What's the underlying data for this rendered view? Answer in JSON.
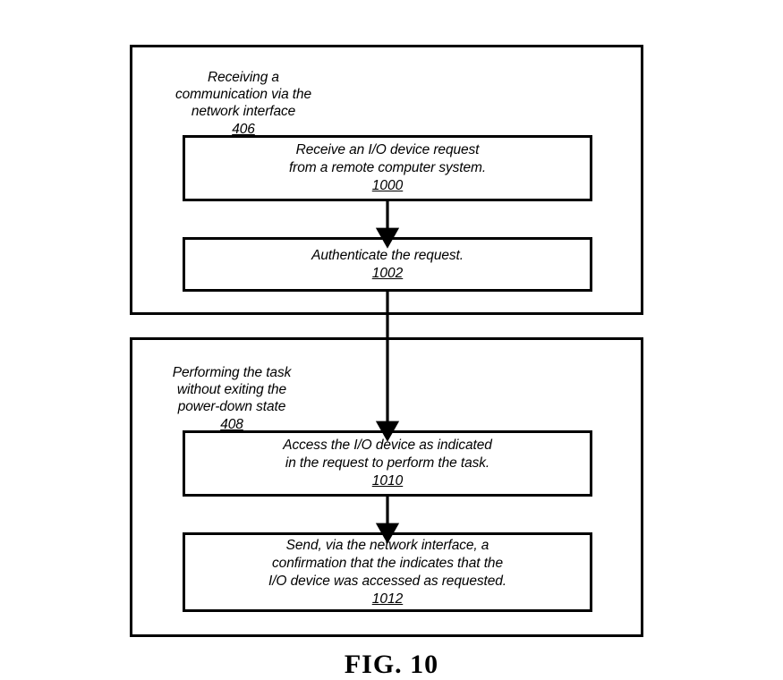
{
  "figure": {
    "caption": "FIG. 10"
  },
  "stages": [
    {
      "id": "406",
      "header": "Receiving a\ncommunication via the\nnetwork interface",
      "ref": "406",
      "steps": [
        {
          "id": "1000",
          "text": "Receive an I/O device request\nfrom a remote computer system.",
          "ref": "1000"
        },
        {
          "id": "1002",
          "text": "Authenticate the request.",
          "ref": "1002"
        }
      ]
    },
    {
      "id": "408",
      "header": "Performing the task\nwithout exiting the\npower-down state",
      "ref": "408",
      "steps": [
        {
          "id": "1010",
          "text": "Access the I/O device as indicated\nin the request to perform the task.",
          "ref": "1010"
        },
        {
          "id": "1012",
          "text": "Send, via the network interface, a\nconfirmation that the indicates that the\nI/O device was accessed as requested.",
          "ref": "1012"
        }
      ]
    }
  ],
  "connectors": [
    {
      "name": "arrow-1000-to-1002"
    },
    {
      "name": "arrow-1002-to-1010"
    },
    {
      "name": "arrow-1010-to-1012"
    }
  ],
  "colors": {
    "line": "#000000",
    "background": "#ffffff"
  }
}
